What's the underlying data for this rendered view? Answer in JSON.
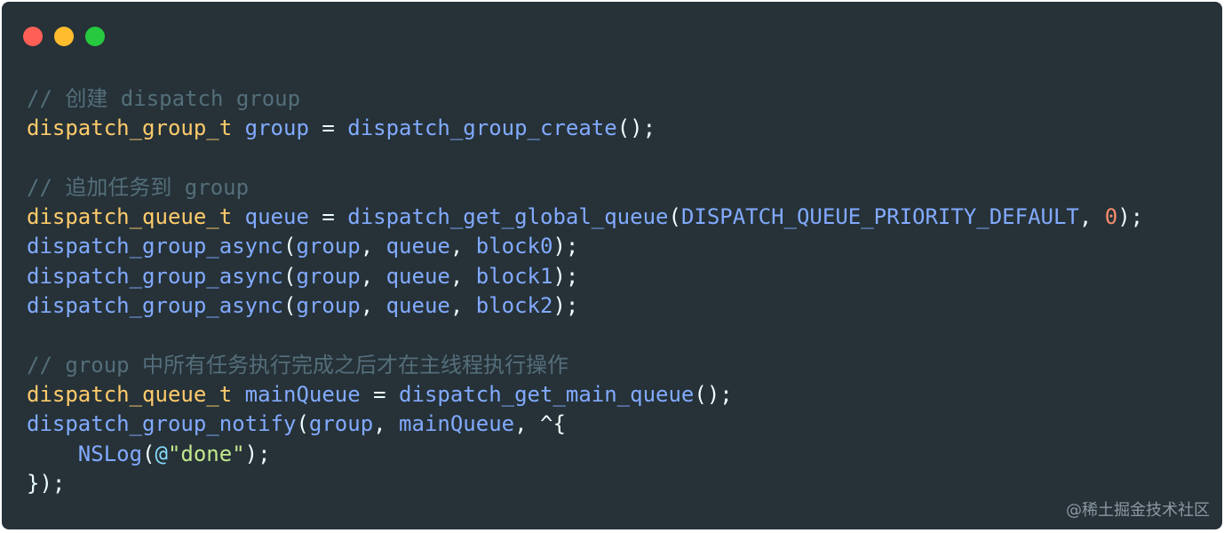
{
  "window": {
    "traffic_lights": [
      {
        "name": "close",
        "color": "#ff5f56"
      },
      {
        "name": "minimize",
        "color": "#ffbd2e"
      },
      {
        "name": "zoom",
        "color": "#27c93f"
      }
    ]
  },
  "code_lines": [
    [
      {
        "t": "// 创建 dispatch group",
        "c": "comment"
      }
    ],
    [
      {
        "t": "dispatch_group_t",
        "c": "type"
      },
      {
        "t": " ",
        "c": "punct"
      },
      {
        "t": "group",
        "c": "ident"
      },
      {
        "t": " = ",
        "c": "punct"
      },
      {
        "t": "dispatch_group_create",
        "c": "ident"
      },
      {
        "t": "();",
        "c": "punct"
      }
    ],
    [],
    [
      {
        "t": "// 追加任务到 group",
        "c": "comment"
      }
    ],
    [
      {
        "t": "dispatch_queue_t",
        "c": "type"
      },
      {
        "t": " ",
        "c": "punct"
      },
      {
        "t": "queue",
        "c": "ident"
      },
      {
        "t": " = ",
        "c": "punct"
      },
      {
        "t": "dispatch_get_global_queue",
        "c": "ident"
      },
      {
        "t": "(",
        "c": "punct"
      },
      {
        "t": "DISPATCH_QUEUE_PRIORITY_DEFAULT",
        "c": "ident"
      },
      {
        "t": ", ",
        "c": "punct"
      },
      {
        "t": "0",
        "c": "num"
      },
      {
        "t": ");",
        "c": "punct"
      }
    ],
    [
      {
        "t": "dispatch_group_async",
        "c": "ident"
      },
      {
        "t": "(",
        "c": "punct"
      },
      {
        "t": "group",
        "c": "ident"
      },
      {
        "t": ", ",
        "c": "punct"
      },
      {
        "t": "queue",
        "c": "ident"
      },
      {
        "t": ", ",
        "c": "punct"
      },
      {
        "t": "block0",
        "c": "ident"
      },
      {
        "t": ");",
        "c": "punct"
      }
    ],
    [
      {
        "t": "dispatch_group_async",
        "c": "ident"
      },
      {
        "t": "(",
        "c": "punct"
      },
      {
        "t": "group",
        "c": "ident"
      },
      {
        "t": ", ",
        "c": "punct"
      },
      {
        "t": "queue",
        "c": "ident"
      },
      {
        "t": ", ",
        "c": "punct"
      },
      {
        "t": "block1",
        "c": "ident"
      },
      {
        "t": ");",
        "c": "punct"
      }
    ],
    [
      {
        "t": "dispatch_group_async",
        "c": "ident"
      },
      {
        "t": "(",
        "c": "punct"
      },
      {
        "t": "group",
        "c": "ident"
      },
      {
        "t": ", ",
        "c": "punct"
      },
      {
        "t": "queue",
        "c": "ident"
      },
      {
        "t": ", ",
        "c": "punct"
      },
      {
        "t": "block2",
        "c": "ident"
      },
      {
        "t": ");",
        "c": "punct"
      }
    ],
    [],
    [
      {
        "t": "// group 中所有任务执行完成之后才在主线程执行操作",
        "c": "comment"
      }
    ],
    [
      {
        "t": "dispatch_queue_t",
        "c": "type"
      },
      {
        "t": " ",
        "c": "punct"
      },
      {
        "t": "mainQueue",
        "c": "ident"
      },
      {
        "t": " = ",
        "c": "punct"
      },
      {
        "t": "dispatch_get_main_queue",
        "c": "ident"
      },
      {
        "t": "();",
        "c": "punct"
      }
    ],
    [
      {
        "t": "dispatch_group_notify",
        "c": "ident"
      },
      {
        "t": "(",
        "c": "punct"
      },
      {
        "t": "group",
        "c": "ident"
      },
      {
        "t": ", ",
        "c": "punct"
      },
      {
        "t": "mainQueue",
        "c": "ident"
      },
      {
        "t": ", ^{",
        "c": "punct"
      }
    ],
    [
      {
        "t": "    ",
        "c": "punct"
      },
      {
        "t": "NSLog",
        "c": "ident"
      },
      {
        "t": "(",
        "c": "punct"
      },
      {
        "t": "@",
        "c": "at"
      },
      {
        "t": "\"done\"",
        "c": "str"
      },
      {
        "t": ");",
        "c": "punct"
      }
    ],
    [
      {
        "t": "});",
        "c": "punct"
      }
    ]
  ],
  "watermark": "@稀土掘金技术社区"
}
